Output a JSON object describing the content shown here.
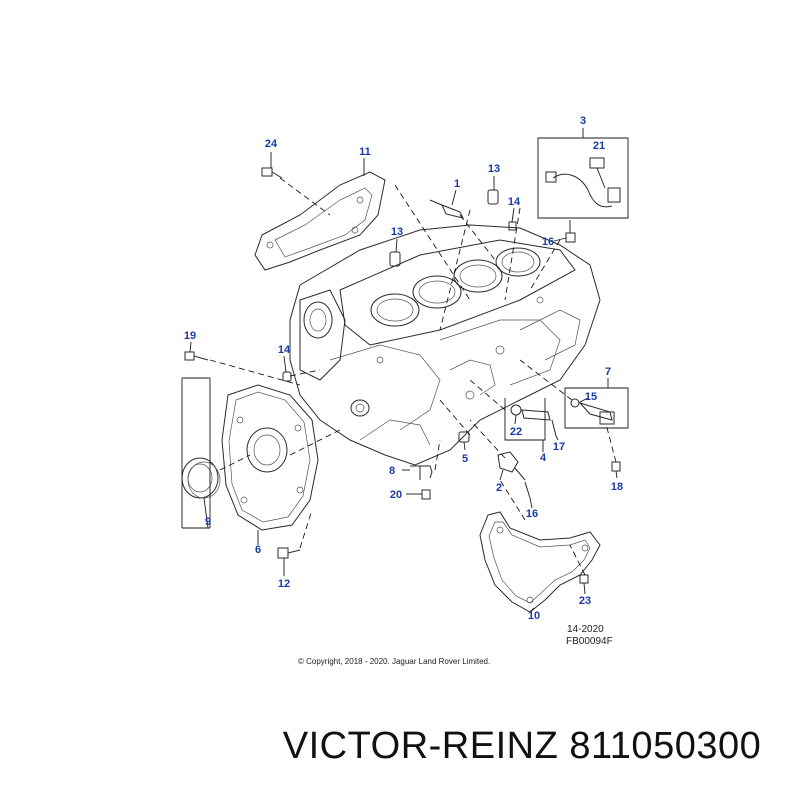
{
  "callouts": {
    "c1": "1",
    "c2": "2",
    "c3": "3",
    "c4": "4",
    "c5": "5",
    "c6": "6",
    "c7": "7",
    "c8": "8",
    "c9": "9",
    "c10": "10",
    "c11": "11",
    "c12": "12",
    "c13a": "13",
    "c13b": "13",
    "c14a": "14",
    "c14b": "14",
    "c15": "15",
    "c16a": "16",
    "c16b": "16",
    "c17": "17",
    "c18": "18",
    "c19": "19",
    "c20": "20",
    "c21": "21",
    "c22": "22",
    "c23": "23",
    "c24": "24"
  },
  "reference": {
    "date": "14-2020",
    "code": "FB00094F"
  },
  "copyright": "© Copyright, 2018 - 2020. Jaguar Land Rover Limited.",
  "footer": {
    "brand_part": "VICTOR-REINZ 811050300"
  },
  "colors": {
    "callout": "#1a3aa8",
    "line": "#2b2b2b"
  }
}
